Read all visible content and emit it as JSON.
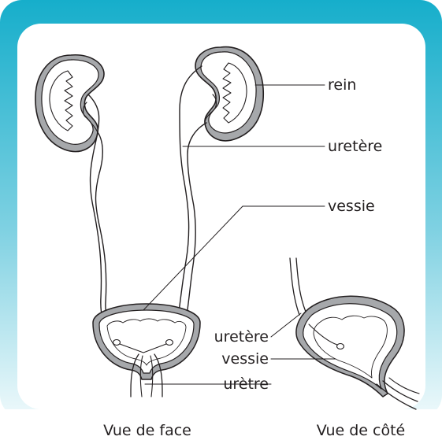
{
  "labels": {
    "rein": "rein",
    "uretere_front": "uretère",
    "vessie_front": "vessie",
    "uretere_side": "uretère",
    "vessie_side": "vessie",
    "uretre_side": "urètre"
  },
  "captions": {
    "front": "Vue de face",
    "side": "Vue de côté"
  },
  "colors": {
    "frame_top": "#1ab3cf",
    "frame_bottom": "#e6f6fa",
    "kidney_outer": "#9a9c9f",
    "line": "#231f20"
  }
}
